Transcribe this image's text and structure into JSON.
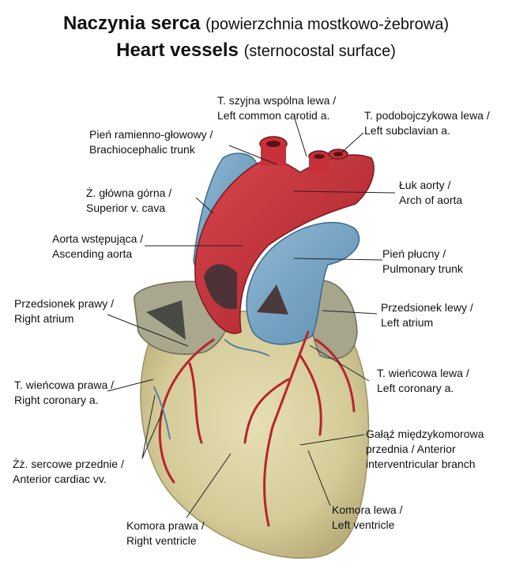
{
  "title": {
    "line1_bold": "Naczynia serca",
    "line1_sub": "(powierzchnia mostkowo-żebrowa)",
    "line2_bold": "Heart vessels",
    "line2_sub": "(sternocostal surface)"
  },
  "labels": {
    "carotid": [
      "T. szyjna wspólna lewa /",
      "Left common carotid a."
    ],
    "subclavian": [
      "T. podobojczykowa lewa /",
      "Left subclavian a."
    ],
    "brachio": [
      "Pień ramienno-głowowy /",
      "Brachiocephalic trunk"
    ],
    "arch": [
      "Łuk aorty /",
      "Arch of aorta"
    ],
    "svc": [
      "Ż. główna górna /",
      "Superior v. cava"
    ],
    "ascending": [
      "Aorta wstępująca /",
      "Ascending aorta"
    ],
    "pulmonary": [
      "Pień płucny /",
      "Pulmonary trunk"
    ],
    "right_atrium": [
      "Przedsionek prawy /",
      "Right atrium"
    ],
    "left_atrium": [
      "Przedsionek lewy /",
      "Left atrium"
    ],
    "right_coronary": [
      "T. wieńcowa prawa /",
      "Right coronary a."
    ],
    "left_coronary": [
      "T. wieńcowa lewa /",
      "Left coronary a."
    ],
    "interventricular": [
      "Gałąź międzykomorowa",
      "przednia / Anterior",
      "interventricular branch"
    ],
    "cardiac_veins": [
      "Żż. sercowe przednie /",
      "Anterior cardiac vv."
    ],
    "left_ventricle": [
      "Komora lewa /",
      "Left ventricle"
    ],
    "right_ventricle": [
      "Komora prawa /",
      "Right ventricle"
    ]
  },
  "colors": {
    "artery": "#c8313a",
    "vein": "#6f9fc0",
    "atrium": "#a7a58c",
    "ventricle": "#d9d1a0",
    "leader": "#222222"
  }
}
